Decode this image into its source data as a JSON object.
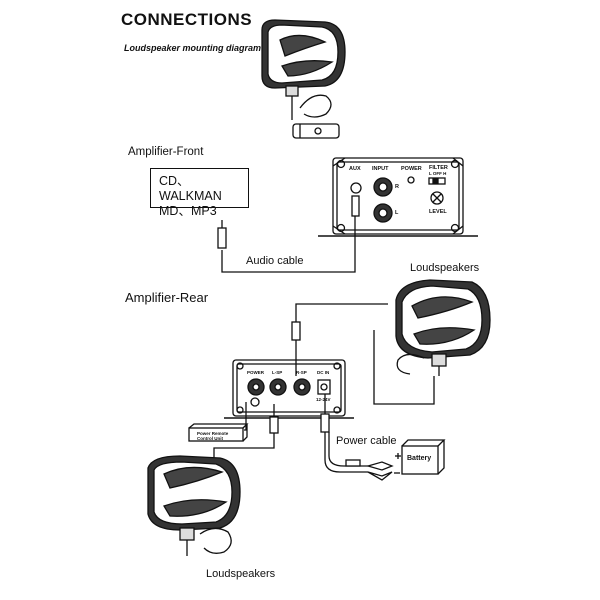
{
  "title": "CONNECTIONS",
  "subtitle": "Loudspeaker mounting diagram",
  "labels": {
    "amp_front": "Amplifier-Front",
    "amp_rear": "Amplifier-Rear",
    "audio_cable": "Audio cable",
    "loudspeakers_top": "Loudspeakers",
    "power_cable": "Power cable",
    "loudspeakers_bottom": "Loudspeakers",
    "battery": "Battery"
  },
  "source_device": {
    "line1": "CD、WALKMAN",
    "line2": "MD、MP3"
  },
  "front_panel": {
    "aux": "AUX",
    "input": "INPUT",
    "power": "POWER",
    "filter": "FILTER",
    "filter_state": "L  OFF  H",
    "r": "R",
    "l": "L",
    "level": "LEVEL"
  },
  "rear_panel": {
    "power": "POWER",
    "lsp": "L-SP",
    "rsp": "R-SP",
    "dcin": "DC IN",
    "voltage": "12-24V"
  },
  "remote_box": {
    "line1": "Power Remote",
    "line2": "Control Unit"
  }
}
